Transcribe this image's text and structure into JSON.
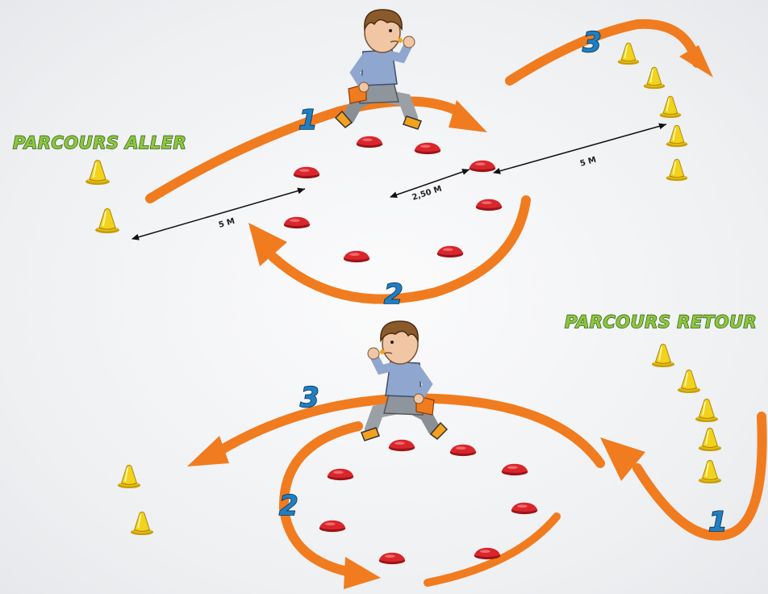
{
  "diagram": {
    "route_out": {
      "title": "PARCOURS ALLER",
      "steps": [
        "1",
        "2",
        "3"
      ],
      "distances": [
        "5 M",
        "2,50 M",
        "5 M"
      ]
    },
    "route_back": {
      "title": "PARCOURS RETOUR",
      "steps": [
        "1",
        "2",
        "3"
      ]
    }
  },
  "colors": {
    "arrow": "#f07c1f",
    "arrow_dark": "#c9570c",
    "cone": "#f2d21b",
    "cone_dark": "#c89d0a",
    "marker_disc": "#d9262c",
    "title_green": "#8cc63f",
    "step_blue": "#1f7fc2"
  },
  "icons": {
    "runner": "child-runner-icon",
    "cone": "training-cone-icon",
    "disc": "flat-marker-disc-icon"
  }
}
